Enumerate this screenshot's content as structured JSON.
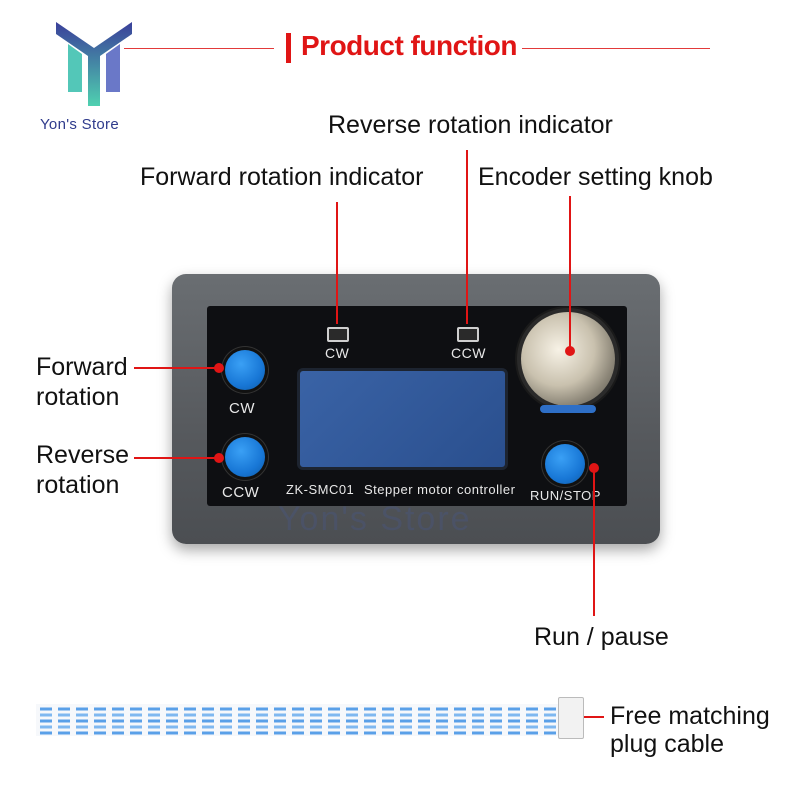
{
  "brand": {
    "store_name": "Yon's Store",
    "logo_icon": "yt-logo-icon"
  },
  "header": {
    "title": "Product function",
    "accent": "#e01515"
  },
  "callouts": {
    "reverse_indicator": "Reverse rotation indicator",
    "forward_indicator": "Forward rotation indicator",
    "encoder_knob": "Encoder setting knob",
    "forward_rotation": "Forward rotation",
    "reverse_rotation": "Reverse rotation",
    "run_pause": "Run / pause",
    "cable": "Free matching plug cable"
  },
  "device": {
    "led_cw_label": "CW",
    "led_ccw_label": "CCW",
    "btn_cw_label": "CW",
    "btn_ccw_label": "CCW",
    "btn_run_label": "RUN/STOP",
    "model": "ZK-SMC01",
    "description": "Stepper motor controller",
    "button_color": "#1877d6",
    "case_color": "#5a5d61"
  },
  "watermark": "Yon's Store"
}
